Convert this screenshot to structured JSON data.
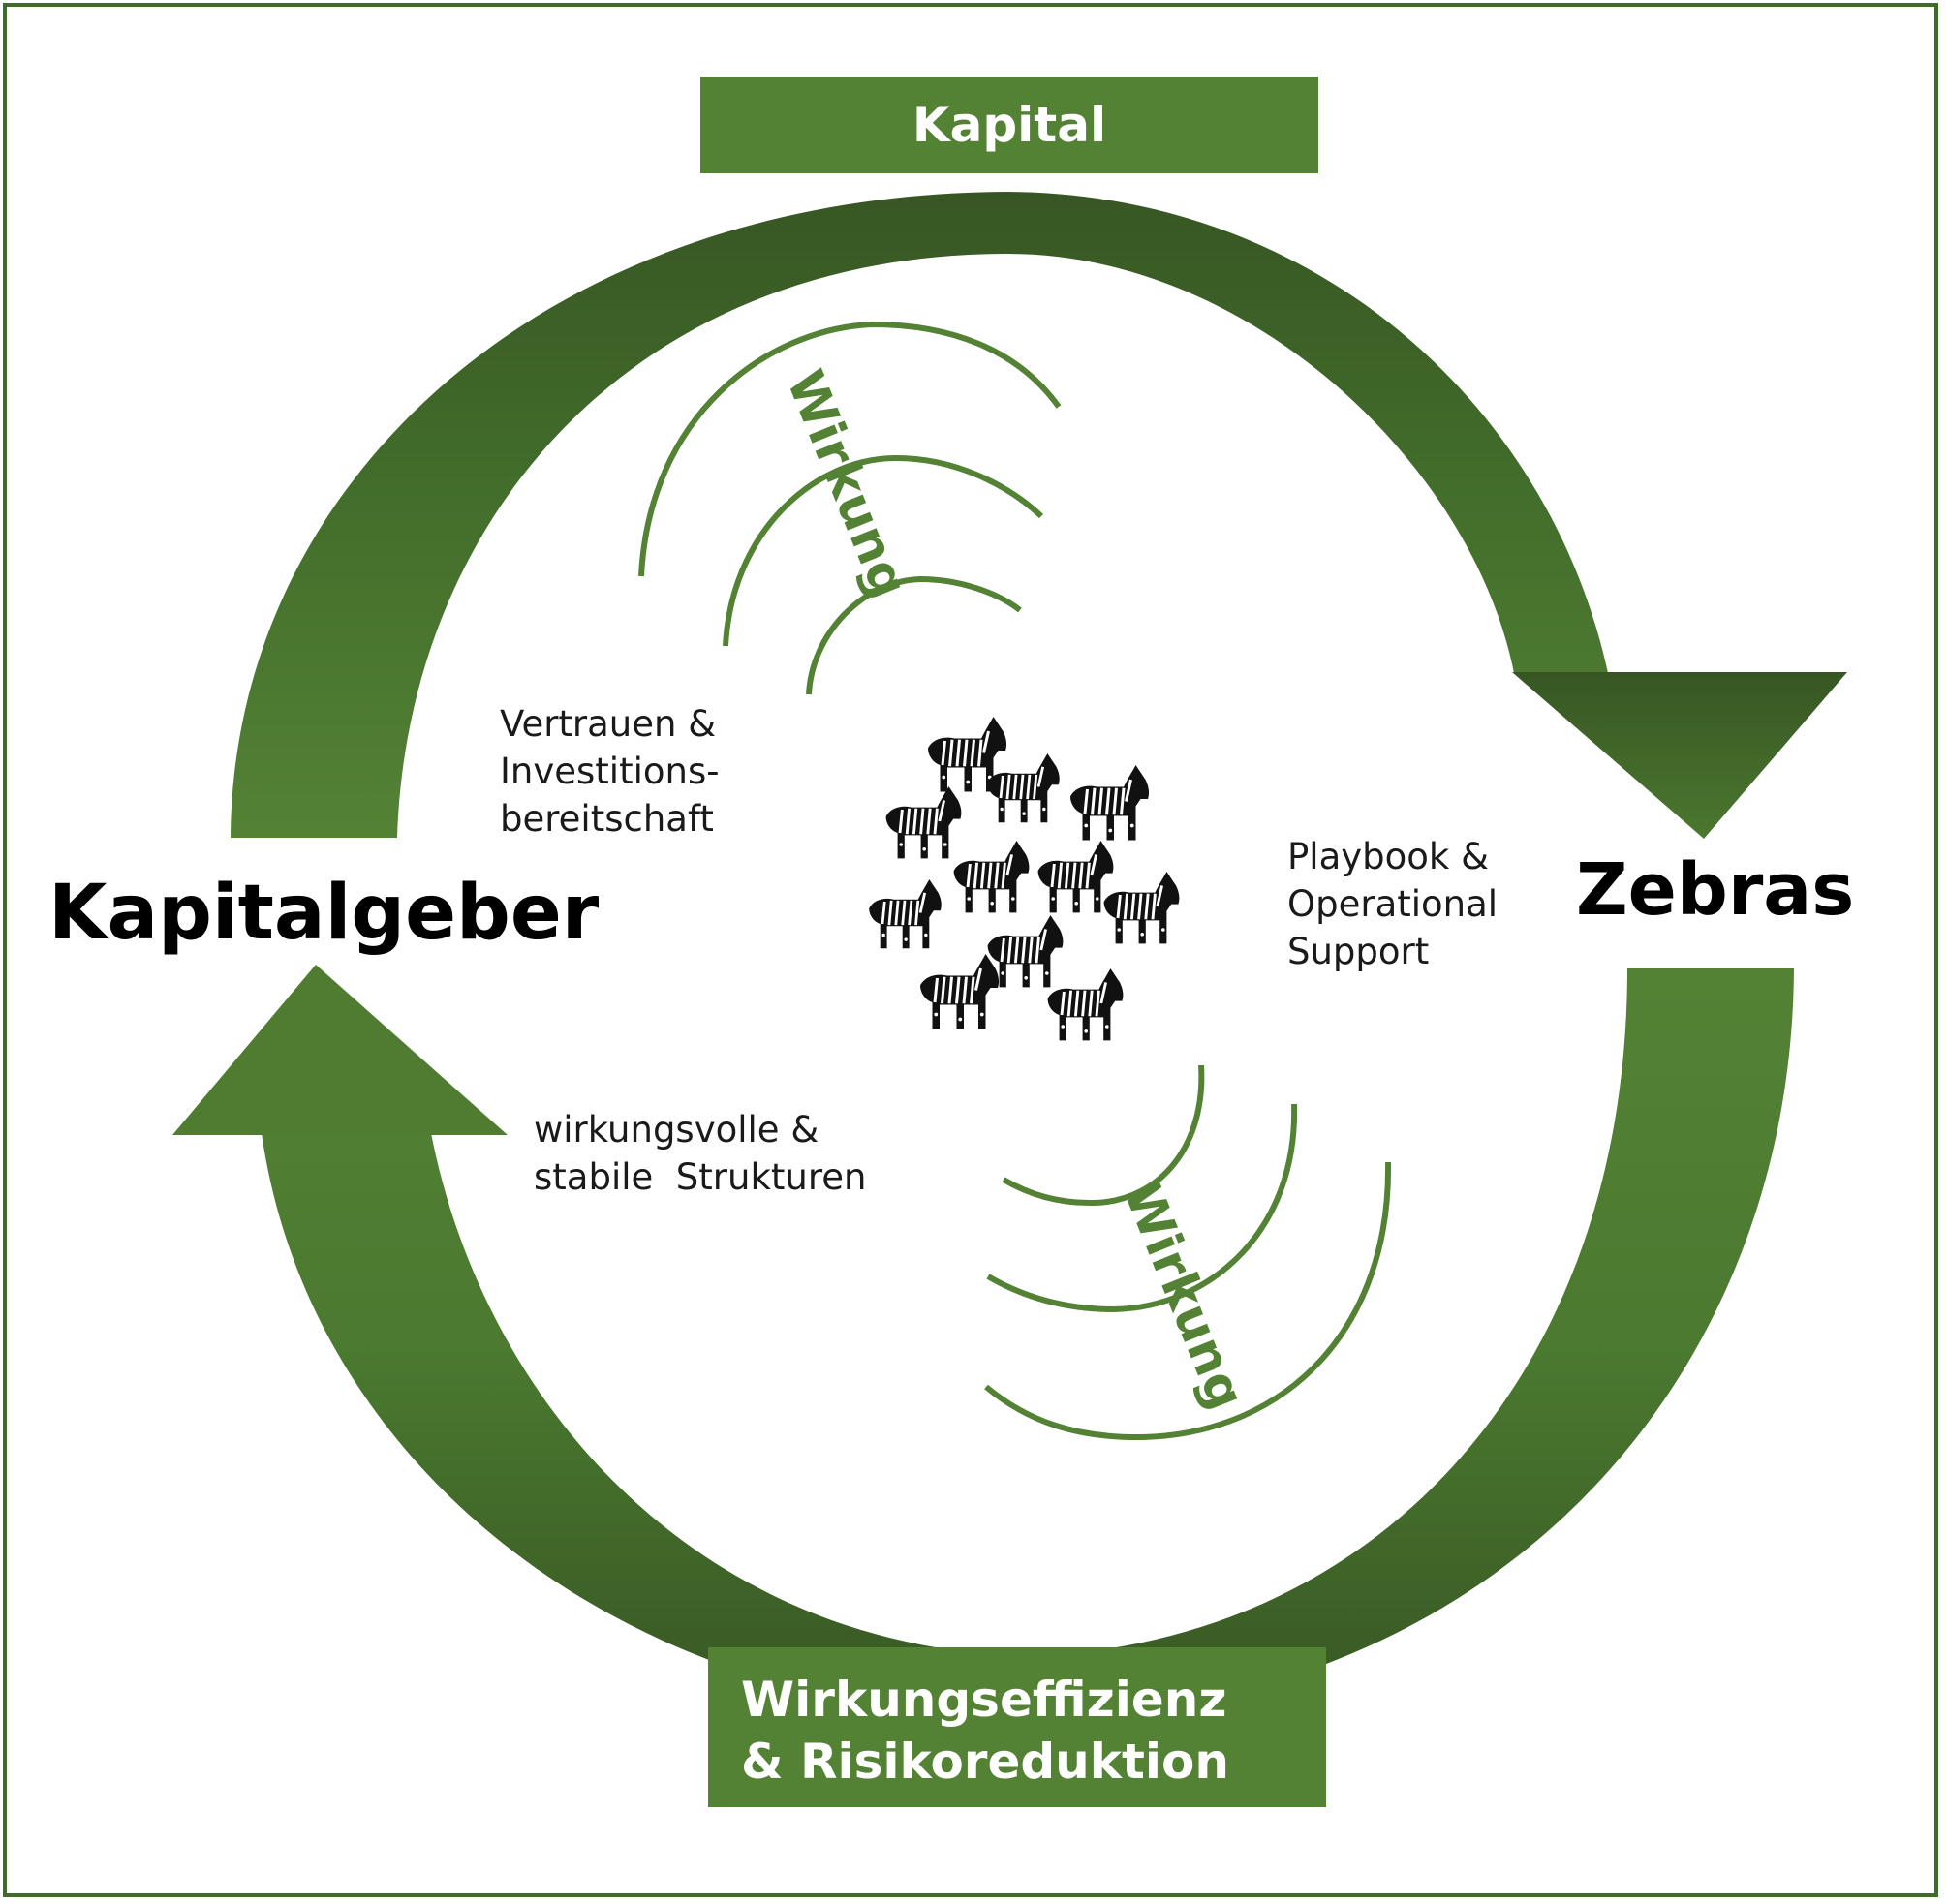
{
  "diagram": {
    "top_banner": "Kapital",
    "bottom_banner": [
      "Wirkungseffizienz",
      "& Risikoreduktion"
    ],
    "left_node": "Kapitalgeber",
    "right_node": "Zebras",
    "caption_trust": [
      "Vertrauen &",
      "Investitions-",
      "bereitschaft"
    ],
    "caption_playbook": [
      "Playbook &",
      "Operational",
      "Support"
    ],
    "caption_structures": [
      "wirkungsvolle &",
      "stabile  Strukturen"
    ],
    "wave_top_label": "Wirkung",
    "wave_bottom_label": "Wirkung",
    "icons": {
      "center": "zebra-herd-icon"
    },
    "colors": {
      "green": "#548235",
      "dark_green": "#375623",
      "frame": "#3f6b2a"
    }
  }
}
